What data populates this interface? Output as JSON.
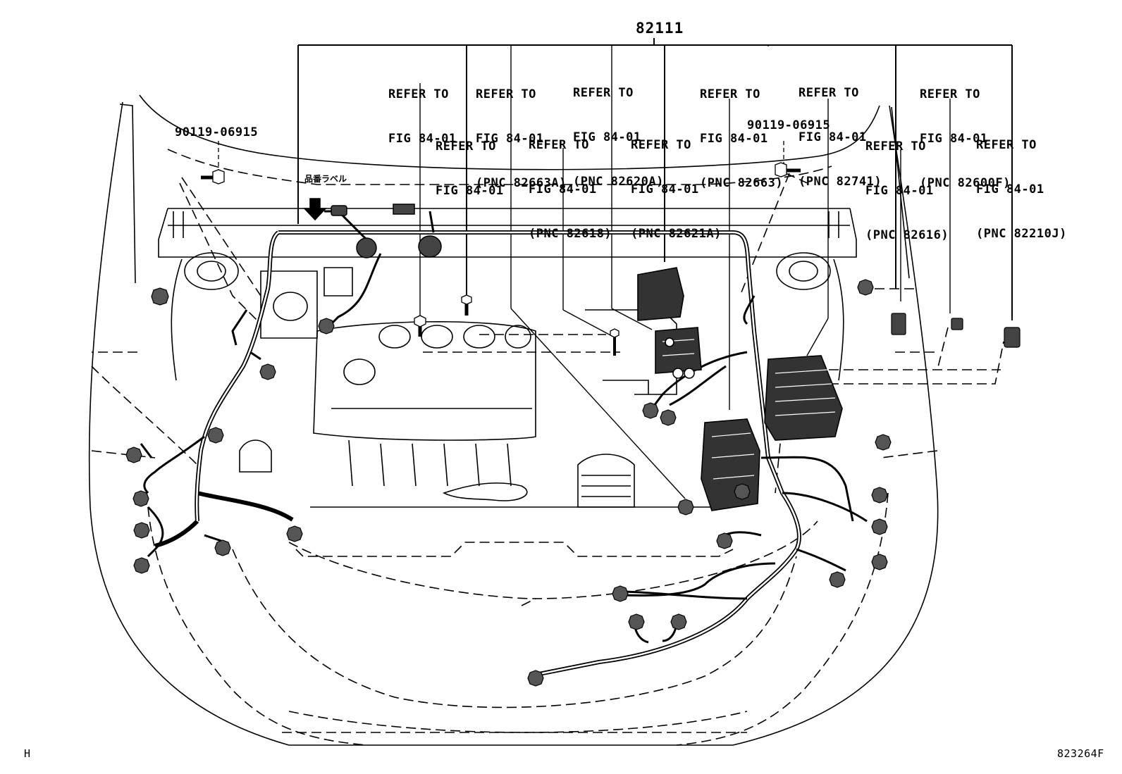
{
  "main_part": "82111",
  "callouts": [
    {
      "lines": [
        "REFER TO",
        "FIG 84-01"
      ]
    },
    {
      "lines": [
        "REFER TO",
        "FIG 84-01",
        "(PNC 82663A)"
      ]
    },
    {
      "lines": [
        "REFER TO",
        "FIG 84-01",
        "(PNC 82620A)"
      ]
    },
    {
      "lines": [
        "REFER TO",
        "FIG 84-01",
        "(PNC 82663)"
      ]
    },
    {
      "lines": [
        "REFER TO",
        "FIG 84-01",
        "(PNC 82741)"
      ]
    },
    {
      "lines": [
        "REFER TO",
        "FIG 84-01",
        "(PNC 82600F)"
      ]
    },
    {
      "lines": [
        "REFER TO",
        "FIG 84-01"
      ]
    },
    {
      "lines": [
        "REFER TO",
        "FIG 84-01",
        "(PNC 82618)"
      ]
    },
    {
      "lines": [
        "REFER TO",
        "FIG 84-01",
        "(PNC 82621A)"
      ]
    },
    {
      "lines": [
        "REFER TO",
        "FIG 84-01",
        "(PNC 82616)"
      ]
    },
    {
      "lines": [
        "REFER TO",
        "FIG 84-01",
        "(PNC 82210J)"
      ]
    }
  ],
  "bolt_left": "90119-06915",
  "bolt_right": "90119-06915",
  "label_jp": "品番ラベル",
  "corner_left": "H",
  "corner_right": "823264F",
  "colors": {
    "ink": "#000000",
    "background": "#ffffff"
  }
}
